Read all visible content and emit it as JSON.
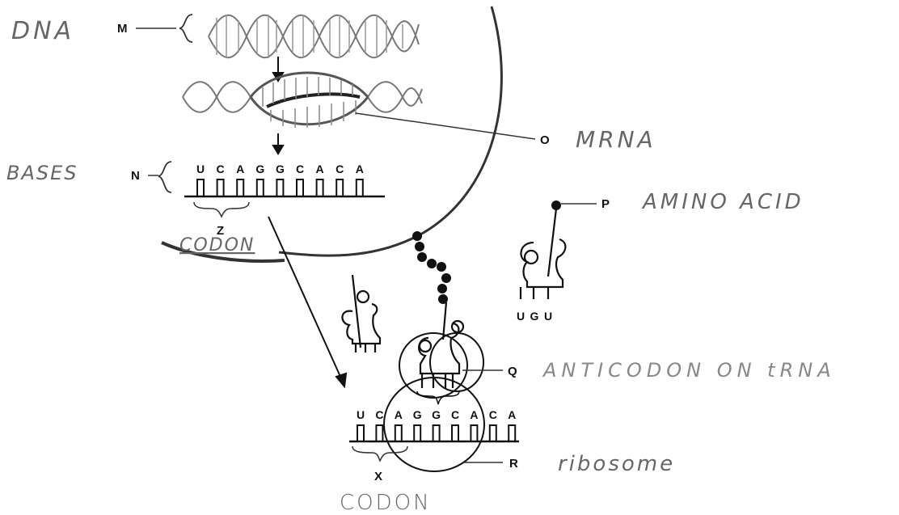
{
  "markers": {
    "m": "M",
    "n": "N",
    "o": "O",
    "p": "P",
    "q": "Q",
    "r": "R",
    "x": "X",
    "z": "Z"
  },
  "handwritten": {
    "dna": "DNA",
    "bases": "BASES",
    "mrna": "MRNA",
    "amino_acid": "AMINO ACID",
    "anticodon": "ANTICODON ON tRNA",
    "ribosome": "ribosome",
    "codon_top": "CODON",
    "codon_bottom": "CODON"
  },
  "mrna_top_bases": [
    "U",
    "C",
    "A",
    "G",
    "G",
    "C",
    "A",
    "C",
    "A"
  ],
  "mrna_ribosome_bases": [
    "U",
    "C",
    "A",
    "G",
    "G",
    "C",
    "A",
    "C",
    "A"
  ],
  "trna_free_anticodon": [
    "U",
    "G",
    "U"
  ],
  "colors": {
    "ink": "#1a1a1a",
    "pencil": "#6e6e6e",
    "helix": "#8a8a8a"
  }
}
